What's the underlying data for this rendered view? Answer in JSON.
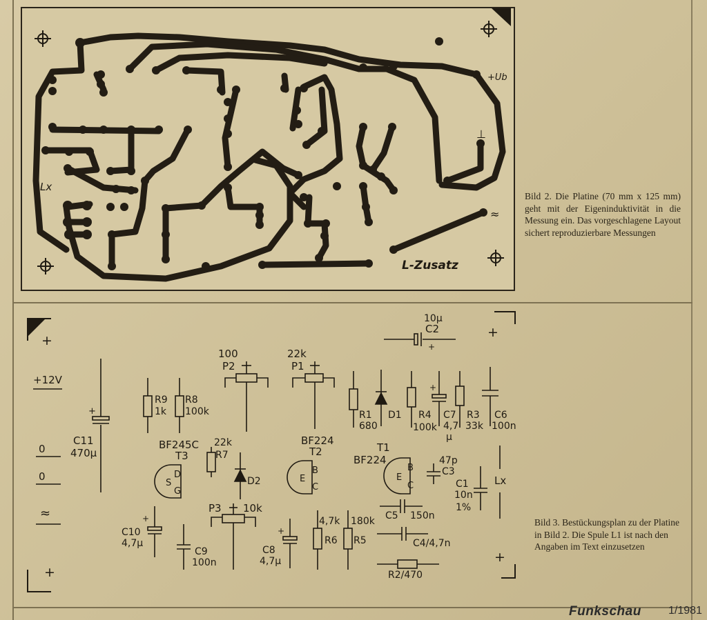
{
  "figure2": {
    "caption": "Bild 2. Die Platine (70 mm x 125 mm) geht mit der Eigeninduktivität in die Messung ein. Das vorgeschlagene Layout sichert reproduzierbare Messungen",
    "pcb_title": "L-Zusatz",
    "pcb_labels": {
      "supply": "+Ub",
      "ground": "⊥",
      "lx": "Lx",
      "ac": "≈"
    }
  },
  "figure3": {
    "caption": "Bild 3. Bestückungsplan zu der Platine in Bild 2. Die Spule L1 ist nach den Angaben im Text einzusetzen",
    "terminals": {
      "plus_top": "+",
      "v12": "+12V",
      "zero1": "0",
      "zero2": "0",
      "ac": "≈",
      "plus_bottom": "+",
      "plus_right_top": "+",
      "plus_right_bottom": "+"
    },
    "components": {
      "c2": {
        "name": "C2",
        "value": "10µ",
        "pol": "+"
      },
      "c11": {
        "name": "C11",
        "value": "470µ",
        "pol": "+"
      },
      "r9": {
        "name": "R9",
        "value": "1k"
      },
      "r8": {
        "name": "R8",
        "value": "100k"
      },
      "p2": {
        "name": "P2",
        "value": "100"
      },
      "p1": {
        "name": "P1",
        "value": "22k"
      },
      "r1": {
        "name": "R1",
        "value": "680"
      },
      "d1": {
        "name": "D1"
      },
      "r4": {
        "name": "R4",
        "value": "100k"
      },
      "c7": {
        "name": "C7",
        "value": "4,7",
        "unit": "µ",
        "pol": "+"
      },
      "r3": {
        "name": "R3",
        "value": "33k"
      },
      "c6": {
        "name": "C6",
        "value": "100n"
      },
      "t3": {
        "name": "T3",
        "type": "BF245C",
        "pins": [
          "S",
          "D",
          "G"
        ]
      },
      "r7": {
        "name": "R7",
        "value": "22k"
      },
      "d2": {
        "name": "D2"
      },
      "t2": {
        "name": "T2",
        "type": "BF224",
        "pins": [
          "E",
          "B",
          "C"
        ]
      },
      "t1": {
        "name": "T1",
        "type": "BF224",
        "pins": [
          "E",
          "B",
          "C"
        ]
      },
      "c3": {
        "name": "C3",
        "value": "47p"
      },
      "c1": {
        "name": "C1",
        "value": "10n",
        "tol": "1%"
      },
      "lx": {
        "name": "Lx"
      },
      "c10": {
        "name": "C10",
        "value": "4,7µ",
        "pol": "+"
      },
      "c9": {
        "name": "C9",
        "value": "100n"
      },
      "p3": {
        "name": "P3",
        "value": "10k"
      },
      "c8": {
        "name": "C8",
        "value": "4,7µ",
        "pol": "+"
      },
      "r6": {
        "name": "R6",
        "value": "4,7k"
      },
      "r5": {
        "name": "R5",
        "value": "180k"
      },
      "c5": {
        "name": "C5",
        "value": "150n"
      },
      "c4": {
        "label": "C4/4,7n"
      },
      "r2": {
        "label": "R2/470"
      }
    }
  },
  "footer": {
    "brand": "Funkschau",
    "issue": "1/1981"
  },
  "colors": {
    "paper": "#d3c6a0",
    "ink": "#1f1a12",
    "copper_trace": "#231d14"
  }
}
